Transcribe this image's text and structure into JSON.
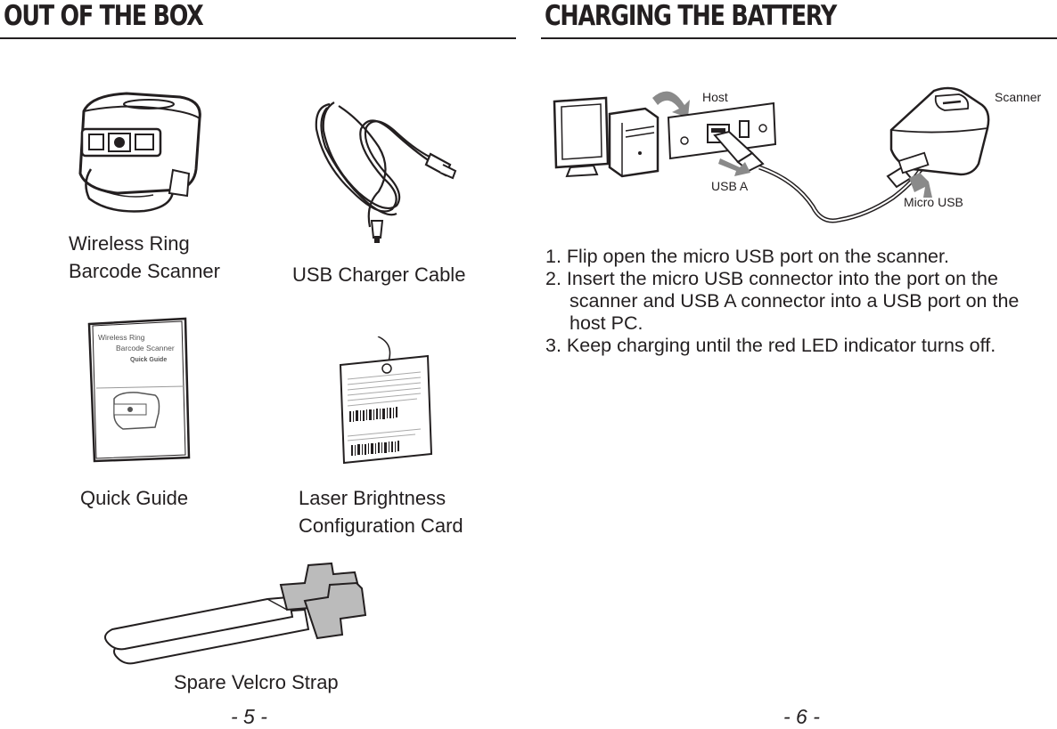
{
  "left_page": {
    "heading": "OUT OF THE BOX",
    "items": {
      "scanner": {
        "line1": "Wireless Ring",
        "line2": "Barcode Scanner"
      },
      "cable": {
        "line1": "USB Charger Cable"
      },
      "guide": {
        "line1": "Quick Guide",
        "cover_line1": "Wireless Ring",
        "cover_line2": "Barcode Scanner",
        "cover_line3": "Quick Guide"
      },
      "card": {
        "line1": "Laser Brightness",
        "line2": "Configuration Card"
      },
      "strap": {
        "line1": "Spare Velcro Strap"
      }
    },
    "page_number": "- 5 -"
  },
  "right_page": {
    "heading": "CHARGING THE BATTERY",
    "diagram": {
      "host_label": "Host",
      "scanner_label": "Scanner",
      "usb_a_label": "USB A",
      "micro_usb_label": "Micro USB"
    },
    "steps": [
      {
        "num": "1.",
        "text": "Flip open the micro USB port on the scanner."
      },
      {
        "num": "2.",
        "text": "Insert the micro USB connector into the port on the scanner and USB A connector into a USB port on the host PC."
      },
      {
        "num": "3.",
        "text": "Keep charging until the red LED indicator turns off."
      }
    ],
    "page_number": "- 6 -"
  }
}
